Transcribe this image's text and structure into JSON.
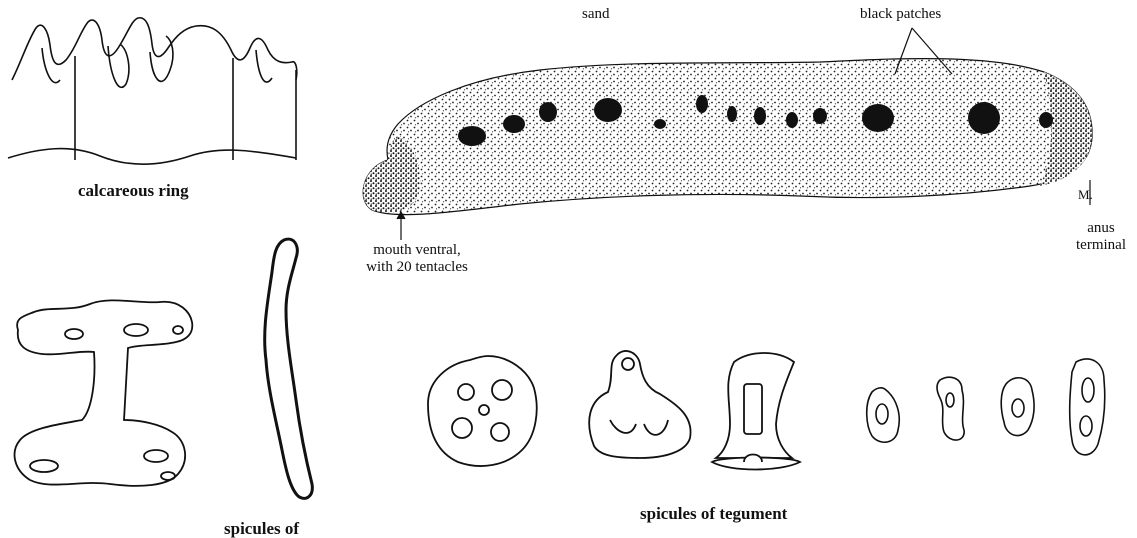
{
  "labels": {
    "calcareous_ring": "calcareous ring",
    "sand": "sand",
    "black_patches": "black patches",
    "mouth_line1": "mouth ventral,",
    "mouth_line2": "with 20 tentacles",
    "anus_line1": "anus",
    "anus_line2": "terminal",
    "spicules_tegument": "spicules of tegument",
    "spicules_other": "spicules of",
    "signature": "M."
  },
  "icons": [
    "calcareous-ring-drawing",
    "sea-cucumber-body",
    "table-spicule",
    "rod-spicule",
    "spicule-drawing"
  ]
}
